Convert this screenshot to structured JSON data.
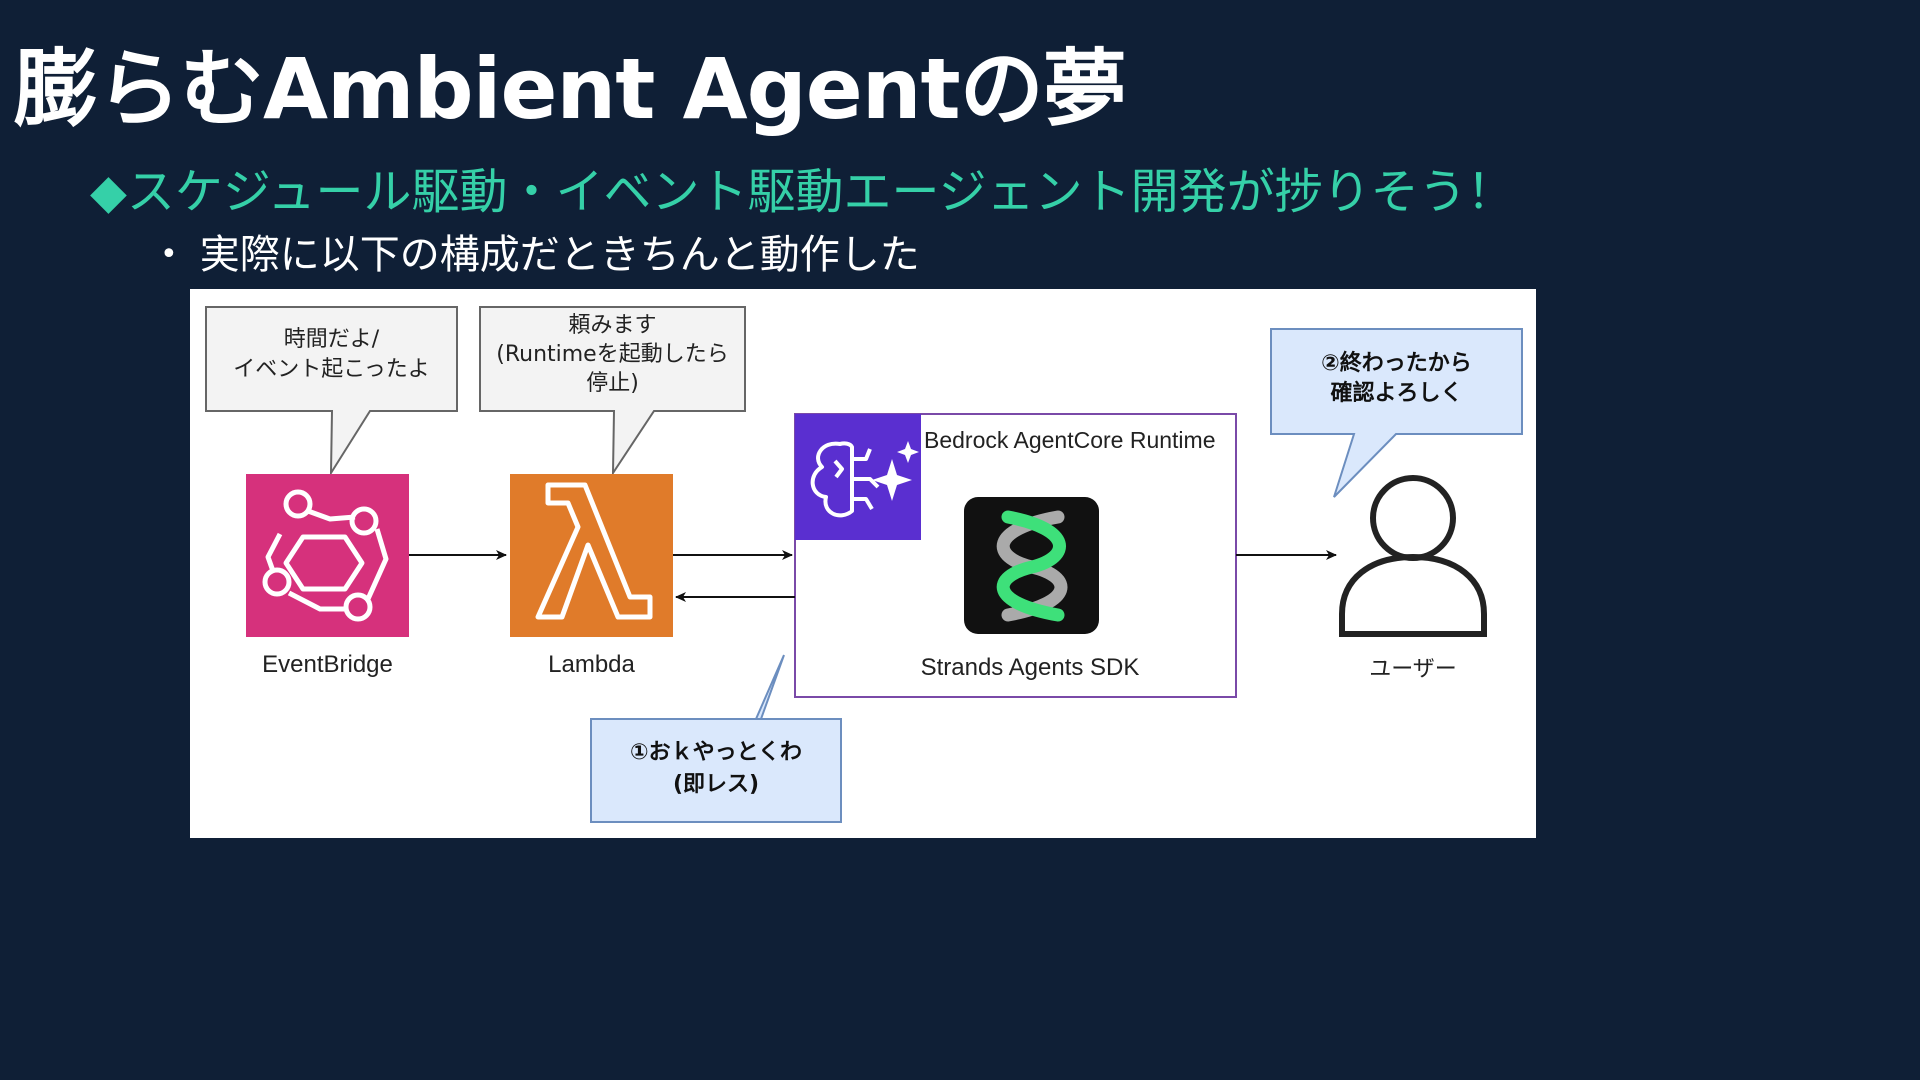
{
  "slide": {
    "title": "膨らむAmbient Agentの夢",
    "bullet_main": "◆スケジュール駆動・イベント駆動エージェント開発が捗りそう！",
    "bullet_sub_marker": "•",
    "bullet_sub": "実際に以下の構成だときちんと動作した"
  },
  "diagram": {
    "callout_eventbridge": [
      "時間だよ/",
      "イベント起こったよ"
    ],
    "callout_lambda": [
      "頼みます",
      "(Runtimeを起動したら",
      "停止)"
    ],
    "callout_user": [
      "②終わったから",
      "確認よろしく"
    ],
    "callout_response": [
      "①おｋやっとくわ",
      "(即レス)"
    ],
    "eventbridge_label": "EventBridge",
    "lambda_label": "Lambda",
    "runtime_label": "Bedrock AgentCore Runtime",
    "strands_label": "Strands Agents SDK",
    "user_label": "ユーザー"
  },
  "colors": {
    "background": "#0f1f36",
    "accent": "#35d0a8",
    "eventbridge": "#d6317c",
    "lambda": "#e07b2a",
    "agentcore": "#5a2fd0",
    "runtime_border": "#7a4aa8",
    "callout_gray": "#f3f3f3",
    "callout_blue": "#dae8fc"
  },
  "icons": [
    "eventbridge-icon",
    "lambda-icon",
    "agentcore-icon",
    "strands-icon",
    "user-icon"
  ]
}
